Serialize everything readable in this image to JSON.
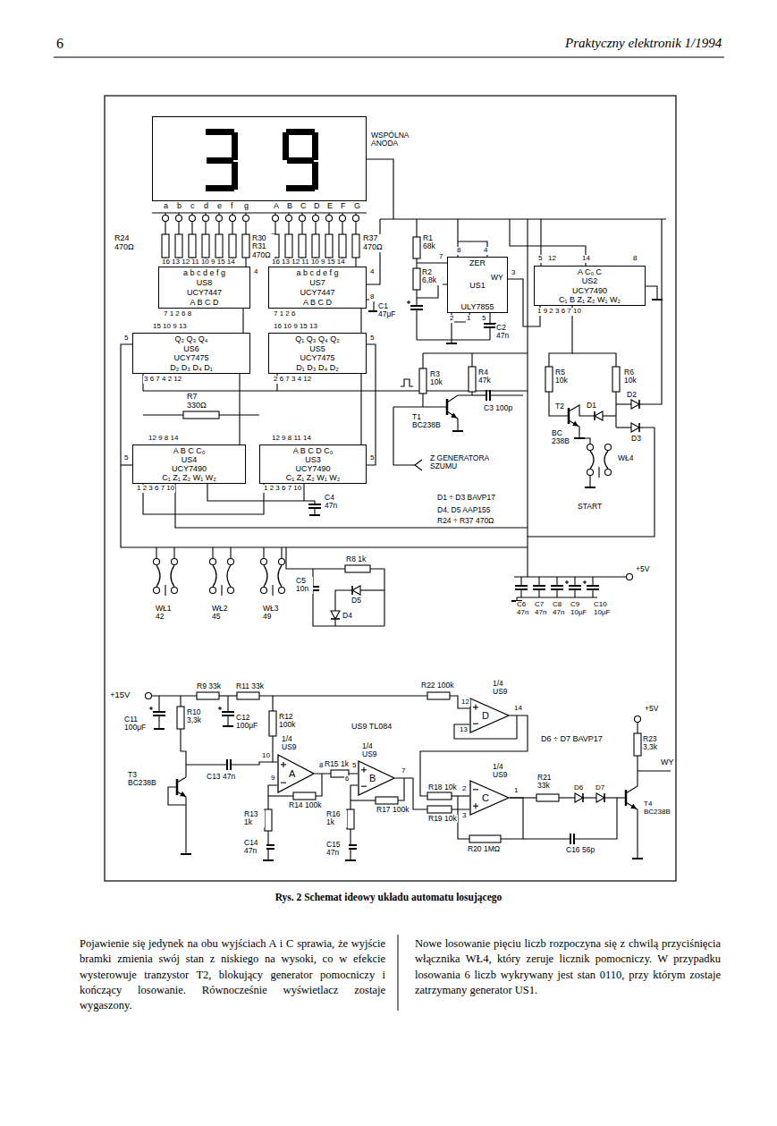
{
  "diagram": {
    "caption": "Rys. 2 Schemat ideowy układu automatu losującego",
    "nodes": [
      {
        "text": [
          "WSPÓLNA ANODA"
        ]
      },
      {
        "text": [
          "a b c d e f g",
          "US8",
          "UCY7447",
          "A B C D"
        ]
      },
      {
        "text": [
          "a b c d e f g",
          "US7",
          "UCY7447",
          "A B C D"
        ]
      },
      {
        "text": [
          "ZER",
          "US1",
          "ULY7855"
        ]
      },
      {
        "text": [
          "A C₀ C",
          "US2",
          "UCY7490",
          "C₁ B Z₁ Z₂ W₁ W₂"
        ]
      },
      {
        "text": [
          "Q₂ Q₃ Q₄",
          "US6",
          "UCY7475",
          "D₂ D₃ D₄ D₁"
        ]
      },
      {
        "text": [
          "Q₁ Q₃ Q₄ Q₂",
          "US5",
          "UCY7475",
          "D₁ D₃ D₄ D₂"
        ]
      },
      {
        "text": [
          "A B C C₀",
          "US4",
          "UCY7490",
          "C₁ Z₁ Z₂ W₁ W₂"
        ]
      },
      {
        "text": [
          "A B C D C₀",
          "US3",
          "UCY7490",
          "C₁ Z₁ Z₂ W₁ W₂"
        ]
      },
      {
        "text": [
          "D"
        ]
      },
      {
        "text": [
          "A"
        ]
      },
      {
        "text": [
          "B"
        ]
      },
      {
        "text": [
          "C"
        ]
      }
    ],
    "edges": [
      {
        "from": 5,
        "to": 1,
        "arrow": "none"
      },
      {
        "from": 6,
        "to": 2,
        "arrow": "none"
      },
      {
        "from": 7,
        "to": 5,
        "arrow": "none"
      },
      {
        "from": 8,
        "to": 6,
        "arrow": "none"
      },
      {
        "from": 10,
        "to": 11,
        "arrow": "none"
      },
      {
        "from": 11,
        "to": 12,
        "arrow": "none"
      }
    ],
    "labels": [
      "6",
      "Praktyczny elektronik 1/1994",
      "a",
      "b",
      "c",
      "d",
      "e",
      "f",
      "g",
      "A",
      "B",
      "C",
      "D",
      "E",
      "F",
      "G",
      "R24 470Ω",
      "R30 R31 470Ω",
      "R37 470Ω",
      "16 13 12 11 10 9 15 14",
      "4",
      "16 13 12 11 10 9 15 14",
      "4",
      "8",
      "7 1 2 6 8",
      "7 1 2 6",
      "15 10 9 13",
      "16 10 9 15 13",
      "5",
      "5",
      "3 6 7 4 2 12",
      "2 6 7 3 4 12",
      "R7 330Ω",
      "12 9 8 14",
      "12 9 8 11 14",
      "5",
      "5",
      "1 2 3 6 7 10",
      "1 2 3 6 7 10",
      "C4 47n",
      "R1 68k",
      "8",
      "4",
      "7",
      "6",
      "3",
      "2",
      "1",
      "5",
      "WY",
      "R2 6,8k",
      "C1 47μF",
      "C2 47n",
      "R3 10k",
      "R4 47k",
      "T1 BC238B",
      "C3 100p",
      "R5 10k",
      "R6 10k",
      "T2",
      "BC 238B",
      "D1",
      "D2",
      "D3",
      "WŁ4",
      "START",
      "Z GENERATORA SZUMU",
      "D1 ÷ D3 BAVP17",
      "D4, D5 AAP155",
      "R24 ÷ R37 470Ω",
      "5",
      "12",
      "14",
      "8",
      "1 9 2 3 6 7 10",
      "C5 10n",
      "R8 1k",
      "D5",
      "D4",
      "WŁ1 42",
      "WŁ2 45",
      "WŁ3 49",
      "+5V",
      "C6 47n",
      "C7 47n",
      "C8 47n",
      "C9 10μF",
      "C10 10μF",
      "+15V",
      "R9 33k",
      "R11 33k",
      "R10 3,3k",
      "C11 100μF",
      "C12 100μF",
      "R12 100k",
      "US9 TL084",
      "T3 BC238B",
      "C13 47n",
      "1/4 US9",
      "10",
      "9",
      "8",
      "R14 100k",
      "R13 1k",
      "C14 47n",
      "R15 1k",
      "1/4 US9",
      "5",
      "6",
      "7",
      "R16 1k",
      "R17 100k",
      "C15 47n",
      "R22 100k",
      "1/4 US9",
      "12",
      "13",
      "14",
      "D6 ÷ D7 BAVP17",
      "R23 3,3k",
      "+5V",
      "WY",
      "T4 BC238B",
      "1/4 US9",
      "2",
      "3",
      "1",
      "R18 10k",
      "R19 10k",
      "R21 33k",
      "D6",
      "D7",
      "R20 1MΩ",
      "C16 56p",
      "Pojawienie się jedynek na obu wyjściach A i C sprawia, że wyjście bramki zmienia swój stan z niskiego na wysoki, co w efekcie wysterowuje tranzystor T2, blokujący generator pomocniczy i kończący losowanie. Równocześnie wyświetlacz zostaje wygaszony.",
      "Nowe losowanie pięciu liczb rozpoczyna się z chwilą przyciśnięcia włącznika WŁ4, który zeruje licznik pomocniczy. W przypadku losowania 6 liczb wykrywany jest stan 0110, przy którym zostaje zatrzymany generator US1."
    ]
  }
}
